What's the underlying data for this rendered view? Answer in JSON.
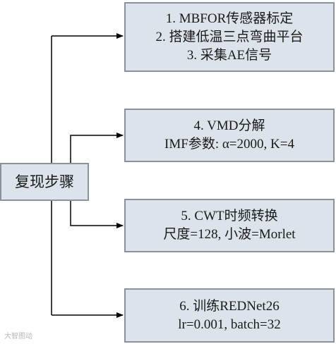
{
  "root": {
    "label": "复现步骤"
  },
  "steps": [
    {
      "lines": [
        "1. MBFOR传感器标定",
        "2. 搭建低温三点弯曲平台",
        "3. 采集AE信号"
      ]
    },
    {
      "lines": [
        "4. VMD分解",
        "IMF参数: α=2000, K=4"
      ]
    },
    {
      "lines": [
        "5. CWT时频转换",
        "尺度=128, 小波=Morlet"
      ]
    },
    {
      "lines": [
        "6. 训练REDNet26",
        "lr=0.001, batch=32"
      ]
    }
  ],
  "watermark": {
    "text": "大智图动"
  },
  "colors": {
    "box_fill": "#dde3ea",
    "box_border": "#8a929a",
    "arrow": "#000000"
  }
}
